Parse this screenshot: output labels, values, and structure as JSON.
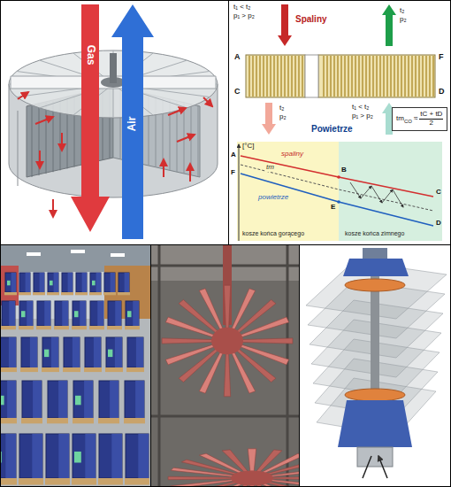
{
  "diagram": {
    "nodes": [
      {
        "text": [
          "tm",
          "CO",
          "≈",
          "tC + tD",
          "2"
        ]
      }
    ],
    "labels": [
      "Gas",
      "Air",
      "t₁ < t₂",
      "p₁ > p₂",
      "Spaliny",
      "t₂",
      "p₂",
      "A",
      "F",
      "C",
      "D",
      "t₂",
      "p₂",
      "Powietrze",
      "t₁ < t₂",
      "p₁ > p₂",
      "[°C]",
      "A",
      "F",
      "spaliny",
      "tm",
      "powietrze",
      "B",
      "C",
      "E",
      "D",
      "kosze końca gorącego",
      "kosze końca zimnego"
    ]
  }
}
